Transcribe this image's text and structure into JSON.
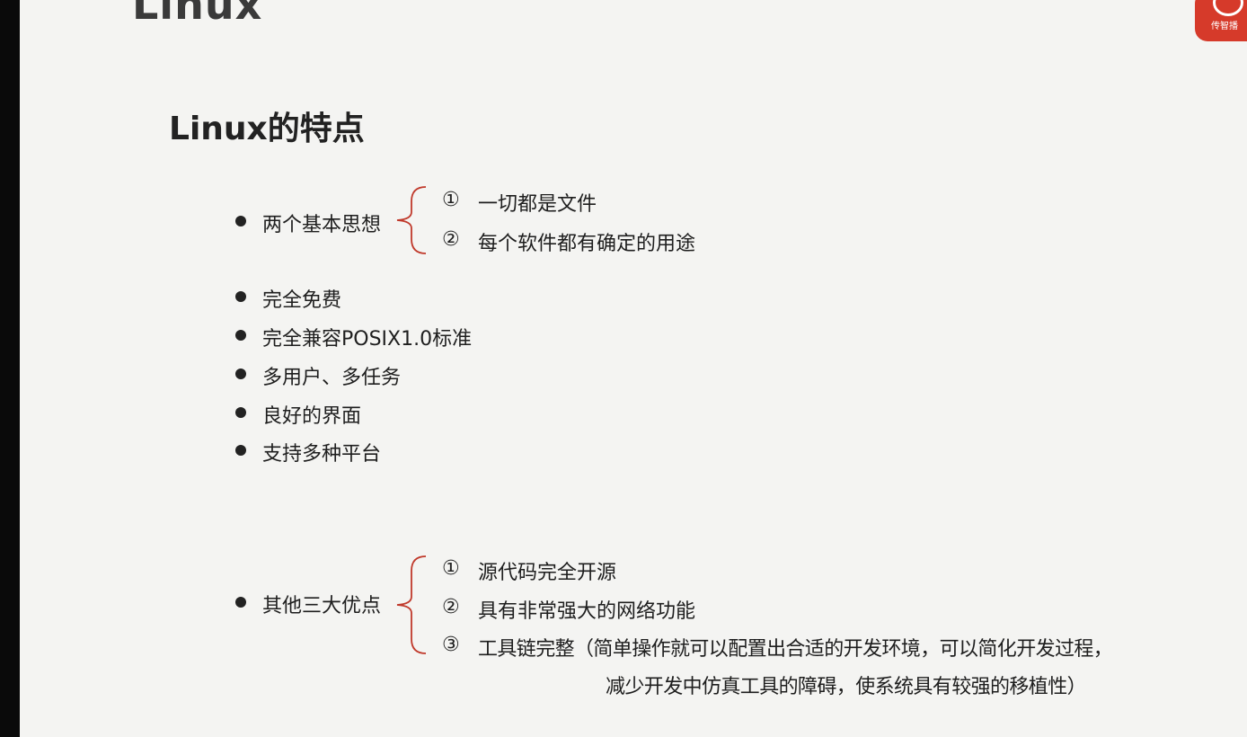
{
  "header": {
    "title": "Linux"
  },
  "logo": {
    "text": "传智播"
  },
  "section": {
    "title": "Linux的特点",
    "group1": {
      "label": "两个基本思想",
      "subitems": [
        {
          "num": "①",
          "text": "一切都是文件"
        },
        {
          "num": "②",
          "text": "每个软件都有确定的用途"
        }
      ]
    },
    "items": [
      "完全免费",
      "完全兼容POSIX1.0标准",
      "多用户、多任务",
      "良好的界面",
      "支持多种平台"
    ],
    "group2": {
      "label": "其他三大优点",
      "subitems": [
        {
          "num": "①",
          "text": "源代码完全开源"
        },
        {
          "num": "②",
          "text": "具有非常强大的网络功能"
        },
        {
          "num": "③",
          "text": "工具链完整（简单操作就可以配置出合适的开发环境，可以简化开发过程，"
        }
      ],
      "continuation": "减少开发中仿真工具的障碍，使系统具有较强的移植性）"
    }
  },
  "colors": {
    "brace": "#c0392b",
    "logo": "#d63a2a"
  }
}
